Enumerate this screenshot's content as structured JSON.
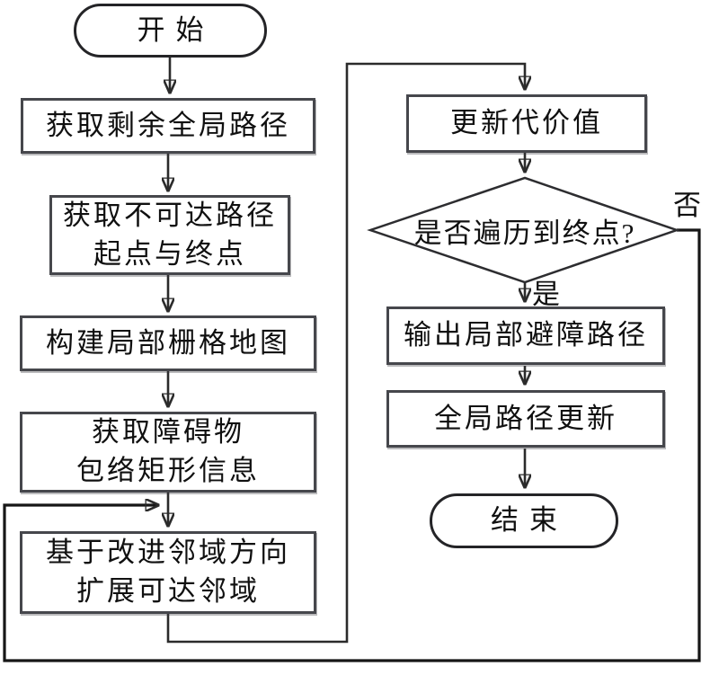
{
  "flowchart": {
    "nodes": {
      "start": {
        "label": "开始",
        "type": "terminal"
      },
      "get_remaining_global_path": {
        "label": "获取剩余全局路径",
        "type": "process"
      },
      "get_unreachable_endpoints": {
        "label": "获取不可达路径\n起点与终点",
        "type": "process"
      },
      "build_local_grid_map": {
        "label": "构建局部栅格地图",
        "type": "process"
      },
      "get_obstacle_envelope": {
        "label": "获取障碍物\n包络矩形信息",
        "type": "process"
      },
      "expand_reachable_neighborhood": {
        "label": "基于改进邻域方向\n扩展可达邻域",
        "type": "process"
      },
      "update_cost_value": {
        "label": "更新代价值",
        "type": "process"
      },
      "reached_endpoint_decision": {
        "label": "是否遍历到终点?",
        "type": "decision"
      },
      "output_local_avoidance_path": {
        "label": "输出局部避障路径",
        "type": "process"
      },
      "global_path_update": {
        "label": "全局路径更新",
        "type": "process"
      },
      "end": {
        "label": "结束",
        "type": "terminal"
      }
    },
    "edge_labels": {
      "yes": "是",
      "no": "否"
    },
    "colors": {
      "background": "#ffffff",
      "process_border": "#46474c",
      "terminal_border": "#242427",
      "connector": "#2b2b2b",
      "text": "#101010"
    }
  }
}
